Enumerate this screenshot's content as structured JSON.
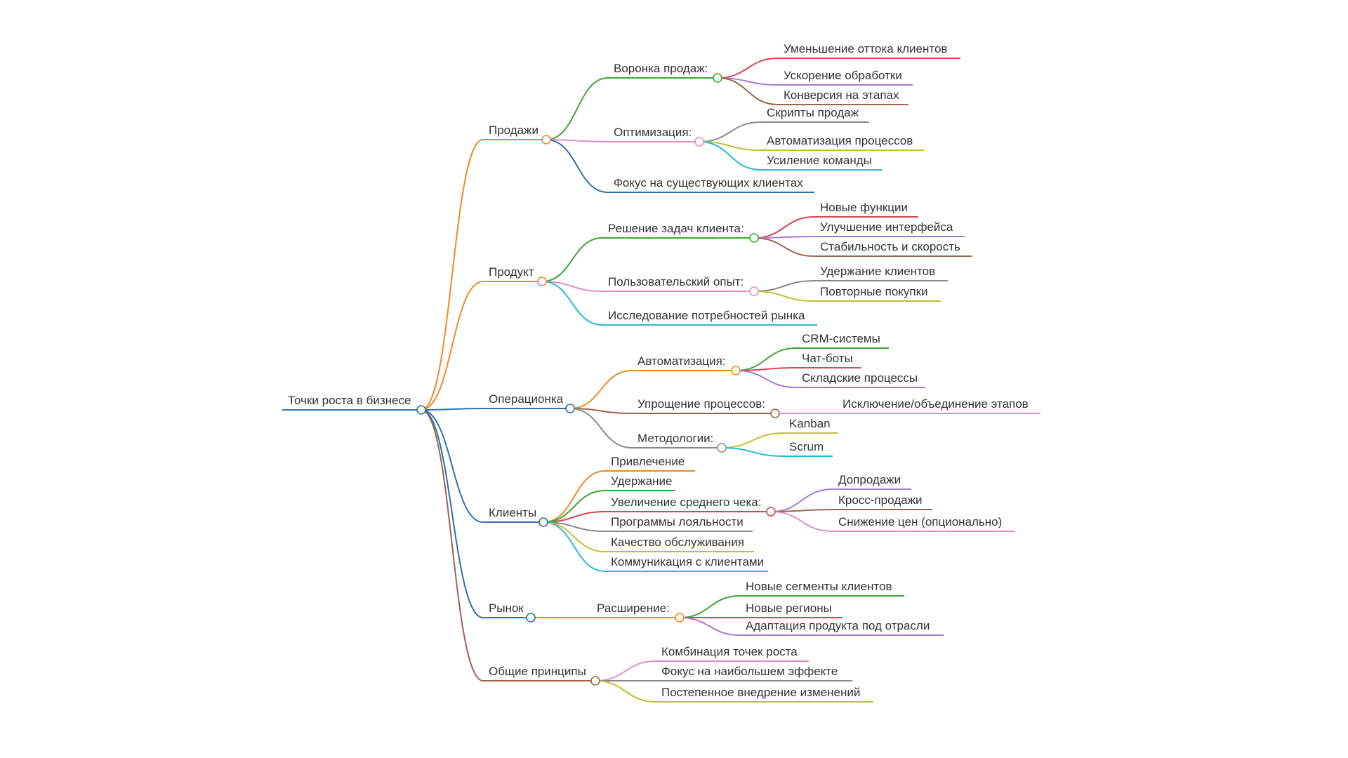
{
  "colors": {
    "blue": "#2f6fad",
    "orange": "#ee8a25",
    "green": "#3da637",
    "pink": "#e38cc8",
    "red": "#d64654",
    "purple": "#a57bcb",
    "brown": "#9a6550",
    "gray": "#8a8a8a",
    "olive": "#bfc22e",
    "cyan": "#2bbad1"
  },
  "mindmap": {
    "id": "root",
    "text": "Точки роста в бизнесе",
    "color": "blue",
    "children": [
      {
        "id": "sales",
        "text": "Продажи",
        "color": "orange",
        "children": [
          {
            "id": "funnel",
            "text": "Воронка продаж:",
            "color": "green",
            "children": [
              {
                "id": "churn",
                "text": "Уменьшение оттока клиентов",
                "color": "red"
              },
              {
                "id": "speed",
                "text": "Ускорение обработки",
                "color": "purple"
              },
              {
                "id": "conv",
                "text": "Конверсия на этапах",
                "color": "brown"
              }
            ]
          },
          {
            "id": "optim",
            "text": "Оптимизация:",
            "color": "pink",
            "children": [
              {
                "id": "scripts",
                "text": "Скрипты продаж",
                "color": "gray"
              },
              {
                "id": "autoproc",
                "text": "Автоматизация процессов",
                "color": "olive"
              },
              {
                "id": "team",
                "text": "Усиление команды",
                "color": "cyan"
              }
            ]
          },
          {
            "id": "focus",
            "text": "Фокус на существующих клиентах",
            "color": "blue"
          }
        ]
      },
      {
        "id": "product",
        "text": "Продукт",
        "color": "orange",
        "children": [
          {
            "id": "tasks",
            "text": "Решение задач клиента:",
            "color": "green",
            "children": [
              {
                "id": "newfunc",
                "text": "Новые функции",
                "color": "red"
              },
              {
                "id": "ui",
                "text": "Улучшение интерфейса",
                "color": "purple"
              },
              {
                "id": "stab",
                "text": "Стабильность и скорость",
                "color": "brown"
              }
            ]
          },
          {
            "id": "ux",
            "text": "Пользовательский опыт:",
            "color": "pink",
            "children": [
              {
                "id": "retain",
                "text": "Удержание клиентов",
                "color": "gray"
              },
              {
                "id": "repeat",
                "text": "Повторные покупки",
                "color": "olive"
              }
            ]
          },
          {
            "id": "research",
            "text": "Исследование потребностей рынка",
            "color": "cyan"
          }
        ]
      },
      {
        "id": "ops",
        "text": "Операционка",
        "color": "blue",
        "children": [
          {
            "id": "autom",
            "text": "Автоматизация:",
            "color": "orange",
            "children": [
              {
                "id": "crm",
                "text": "CRM-системы",
                "color": "green"
              },
              {
                "id": "chat",
                "text": "Чат-боты",
                "color": "red"
              },
              {
                "id": "ware",
                "text": "Складские процессы",
                "color": "purple"
              }
            ]
          },
          {
            "id": "simpl",
            "text": "Упрощение процессов:",
            "color": "brown",
            "children": [
              {
                "id": "excl",
                "text": "Исключение/объединение этапов",
                "color": "pink"
              }
            ]
          },
          {
            "id": "meth",
            "text": "Методологии:",
            "color": "gray",
            "children": [
              {
                "id": "kanban",
                "text": "Kanban",
                "color": "olive"
              },
              {
                "id": "scrum",
                "text": "Scrum",
                "color": "cyan"
              }
            ]
          }
        ]
      },
      {
        "id": "clients",
        "text": "Клиенты",
        "color": "blue",
        "children": [
          {
            "id": "attr",
            "text": "Привлечение",
            "color": "orange"
          },
          {
            "id": "hold",
            "text": "Удержание",
            "color": "green"
          },
          {
            "id": "avg",
            "text": "Увеличение среднего чека:",
            "color": "red",
            "children": [
              {
                "id": "upsell",
                "text": "Допродажи",
                "color": "purple"
              },
              {
                "id": "cross",
                "text": "Кросс-продажи",
                "color": "brown"
              },
              {
                "id": "price",
                "text": "Снижение цен (опционально)",
                "color": "pink"
              }
            ]
          },
          {
            "id": "loyal",
            "text": "Программы лояльности",
            "color": "gray"
          },
          {
            "id": "quality",
            "text": "Качество обслуживания",
            "color": "olive"
          },
          {
            "id": "comm",
            "text": "Коммуникация с клиентами",
            "color": "cyan"
          }
        ]
      },
      {
        "id": "market",
        "text": "Рынок",
        "color": "blue",
        "children": [
          {
            "id": "expand",
            "text": "Расширение:",
            "color": "orange",
            "children": [
              {
                "id": "segments",
                "text": "Новые сегменты клиентов",
                "color": "green"
              },
              {
                "id": "regions",
                "text": "Новые регионы",
                "color": "red"
              },
              {
                "id": "adapt",
                "text": "Адаптация продукта под отрасли",
                "color": "purple"
              }
            ]
          }
        ]
      },
      {
        "id": "principles",
        "text": "Общие принципы",
        "color": "brown",
        "children": [
          {
            "id": "combo",
            "text": "Комбинация точек роста",
            "color": "pink"
          },
          {
            "id": "effect",
            "text": "Фокус на наибольшем эффекте",
            "color": "gray"
          },
          {
            "id": "gradual",
            "text": "Постепенное внедрение изменений",
            "color": "olive"
          }
        ]
      }
    ]
  }
}
